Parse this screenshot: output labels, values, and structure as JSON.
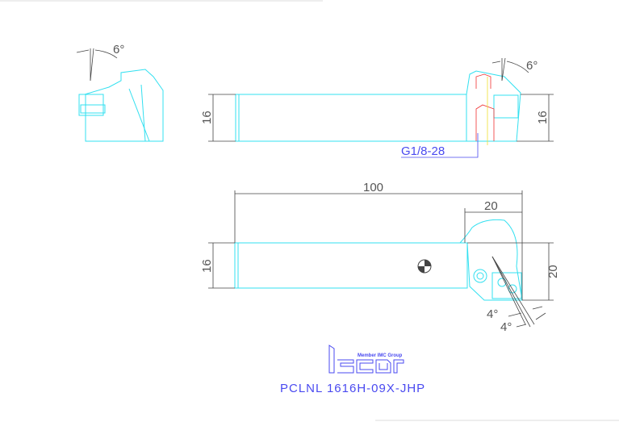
{
  "drawing": {
    "dimensions": {
      "angle_top_left": "6°",
      "angle_top_right": "6°",
      "height_top_left": "16",
      "height_top_right": "16",
      "thread": "G1/8-28",
      "overall_length": "100",
      "head_length": "20",
      "height_bottom_left": "16",
      "head_width": "20",
      "angle_a": "4°",
      "angle_b": "4°"
    },
    "logo": {
      "brand": "Iscar",
      "tagline": "Member IMC Group"
    },
    "part_number": "PCLNL 1616H-09X-JHP",
    "colors": {
      "outline": "#33e0f0",
      "dimension": "#444444",
      "text": "#4a4af0",
      "hidden": "#f03030"
    }
  }
}
